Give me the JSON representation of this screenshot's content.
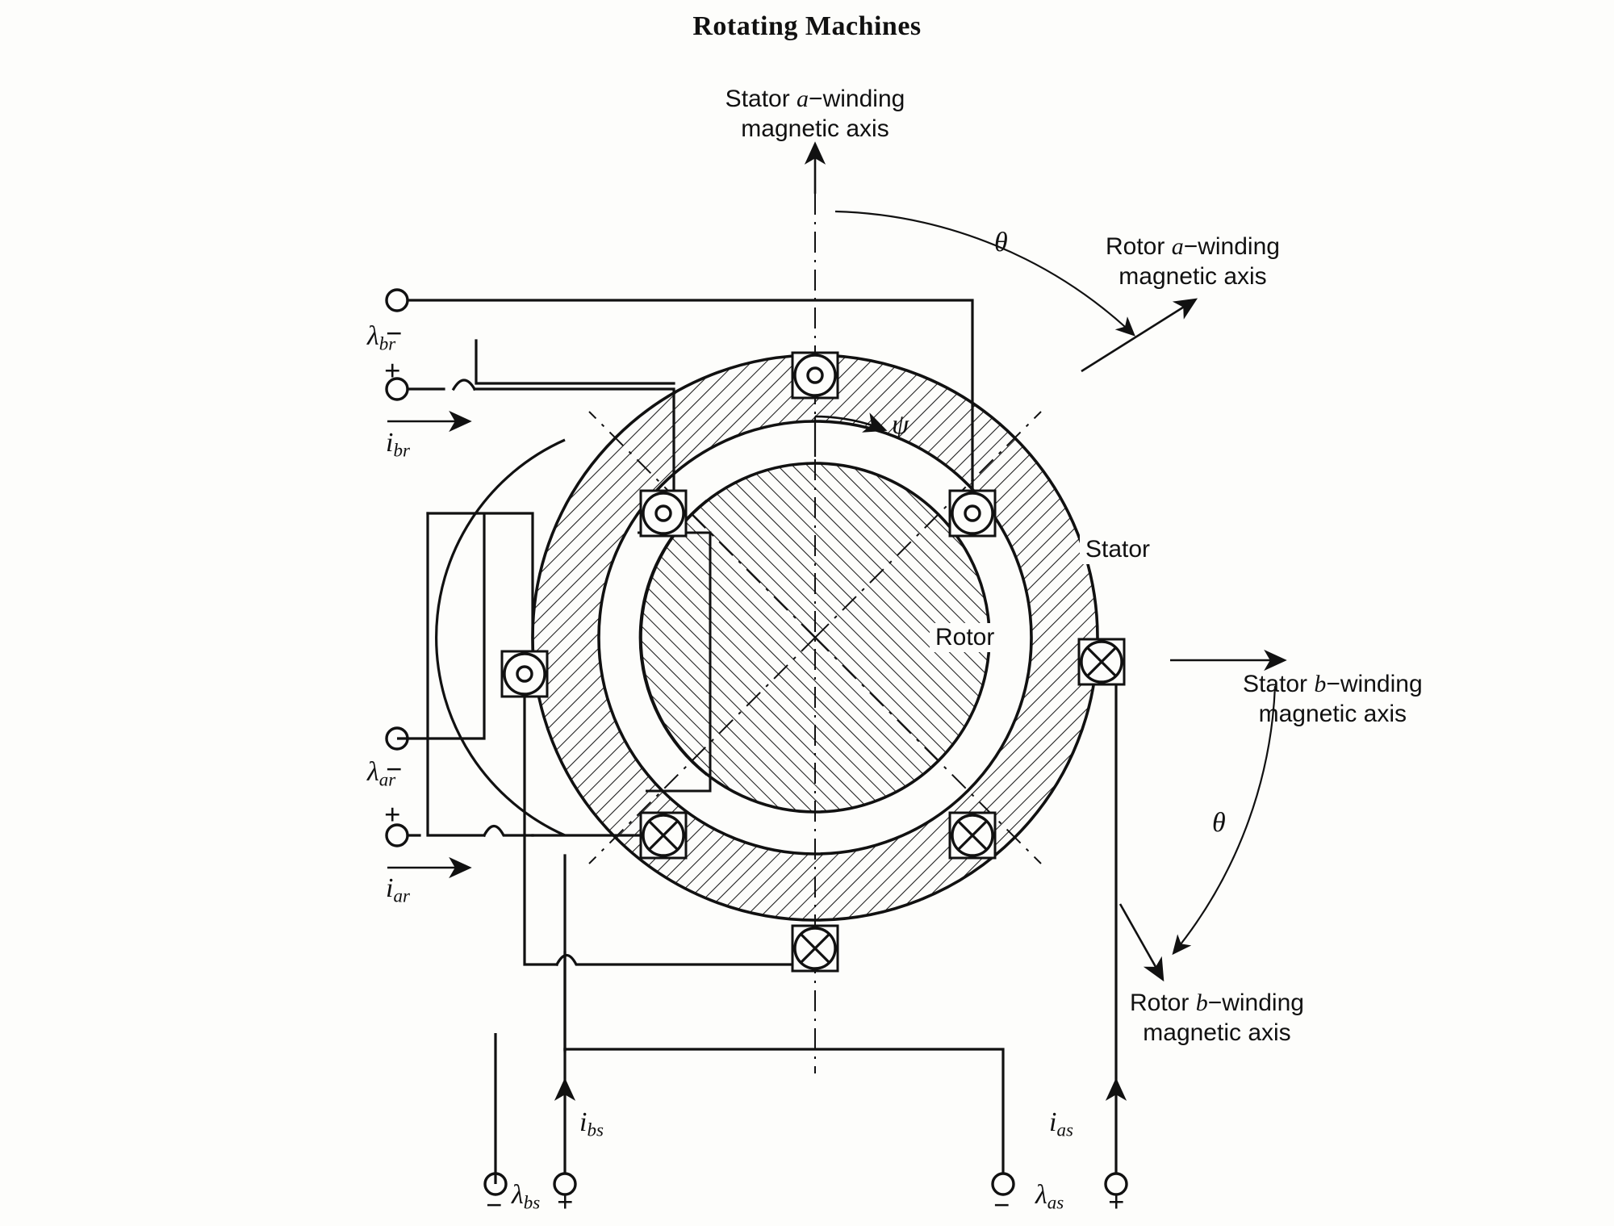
{
  "title": "Rotating Machines",
  "diagram": {
    "type": "cross-section-schematic",
    "subject": "two-phase rotating machine with stator and rotor windings",
    "parts": {
      "stator_label": "Stator",
      "rotor_label": "Rotor"
    },
    "axes": [
      {
        "id": "stator-a-axis",
        "line1": "Stator a−winding",
        "line2": "magnetic axis",
        "direction": "up"
      },
      {
        "id": "stator-b-axis",
        "line1": "Stator b−winding",
        "line2": "magnetic axis",
        "direction": "right"
      },
      {
        "id": "rotor-a-axis",
        "line1": "Rotor a−winding",
        "line2": "magnetic axis",
        "direction": "upper-right"
      },
      {
        "id": "rotor-b-axis",
        "line1": "Rotor b−winding",
        "line2": "magnetic axis",
        "direction": "lower-right"
      }
    ],
    "angles": [
      {
        "id": "theta-top",
        "symbol": "θ",
        "between": "stator a axis and rotor a axis"
      },
      {
        "id": "theta-right",
        "symbol": "θ",
        "between": "stator b axis and rotor b axis"
      }
    ],
    "gap_angle": {
      "id": "psi",
      "symbol": "ψ",
      "note": "air-gap angular coordinate"
    },
    "terminals": [
      {
        "id": "br",
        "flux": "λ",
        "flux_sub": "br",
        "current": "i",
        "current_sub": "br",
        "minus": "−",
        "plus": "+",
        "side": "left-top"
      },
      {
        "id": "ar",
        "flux": "λ",
        "flux_sub": "ar",
        "current": "i",
        "current_sub": "ar",
        "minus": "−",
        "plus": "+",
        "side": "left-bottom"
      },
      {
        "id": "bs",
        "flux": "λ",
        "flux_sub": "bs",
        "current": "i",
        "current_sub": "bs",
        "minus": "−",
        "plus": "+",
        "side": "bottom-left"
      },
      {
        "id": "as",
        "flux": "λ",
        "flux_sub": "as",
        "current": "i",
        "current_sub": "as",
        "minus": "−",
        "plus": "+",
        "side": "bottom-right"
      }
    ],
    "conductors": [
      {
        "id": "as-dot",
        "marker": "dot",
        "where": "stator top"
      },
      {
        "id": "as-cross",
        "marker": "cross",
        "where": "stator bottom"
      },
      {
        "id": "bs-cross",
        "marker": "cross",
        "where": "stator right"
      },
      {
        "id": "bs-dot",
        "marker": "dot",
        "where": "stator left"
      },
      {
        "id": "ar-dot",
        "marker": "dot",
        "where": "rotor upper-left"
      },
      {
        "id": "ar-cross",
        "marker": "cross",
        "where": "rotor lower-right"
      },
      {
        "id": "br-dot",
        "marker": "dot",
        "where": "rotor upper-right"
      },
      {
        "id": "br-cross",
        "marker": "cross",
        "where": "rotor lower-left"
      }
    ],
    "colors": {
      "ink": "#111111",
      "paper": "#fdfdfb",
      "hatch": "#1a1a1a"
    }
  }
}
